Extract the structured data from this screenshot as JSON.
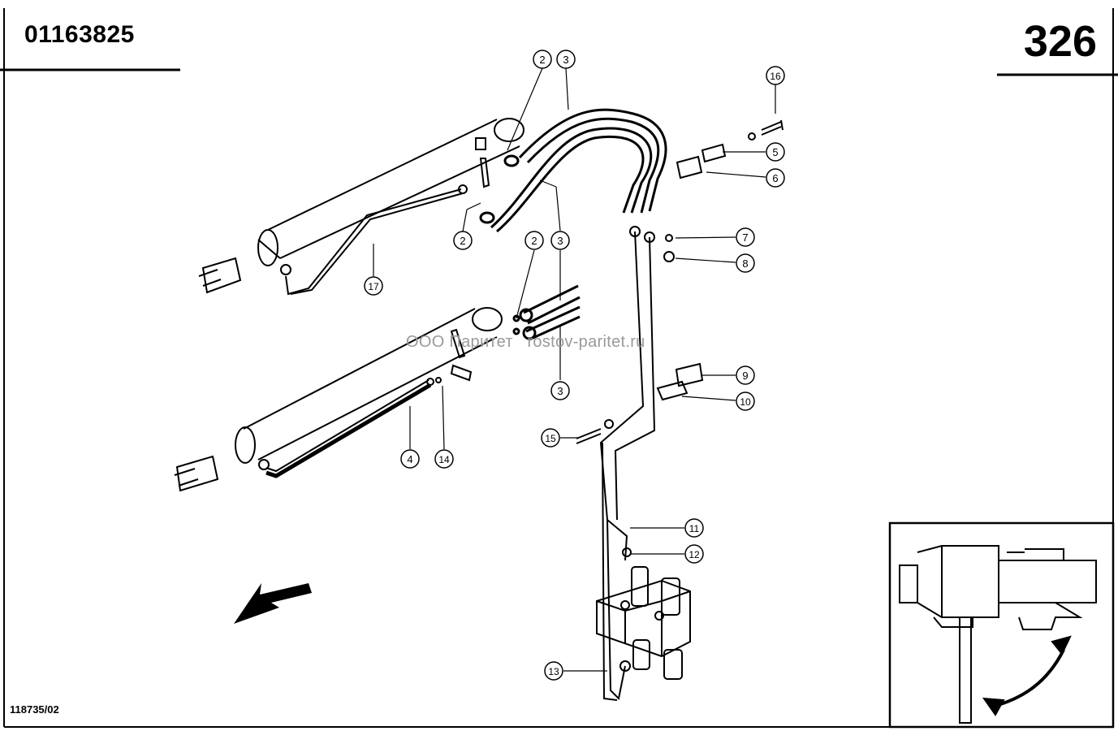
{
  "header": {
    "part_number": "01163825",
    "page_number": "326"
  },
  "footer": {
    "drawing_ref": "118735/02"
  },
  "watermark": "ООО Паритет   rostov-paritet.ru",
  "callouts": [
    "2",
    "3",
    "16",
    "5",
    "6",
    "2",
    "3",
    "2",
    "7",
    "8",
    "17",
    "9",
    "10",
    "3",
    "15",
    "4",
    "14",
    "11",
    "12",
    "13"
  ]
}
